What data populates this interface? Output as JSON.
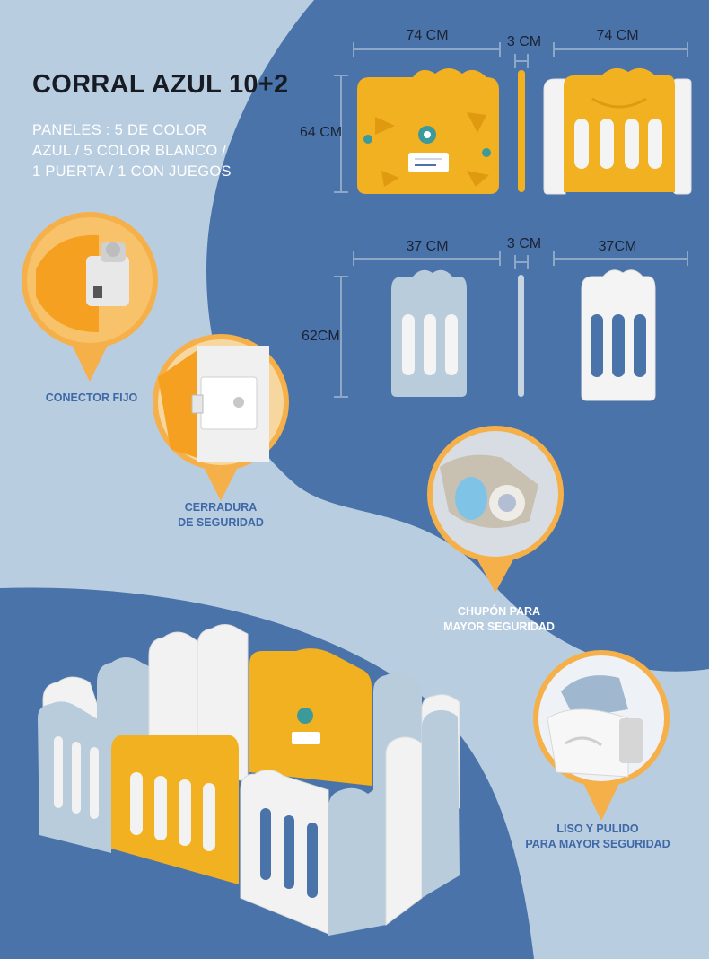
{
  "title": "CORRAL AZUL 10+2",
  "description": [
    "PANELES : 5 DE COLOR",
    "AZUL / 5 COLOR BLANCO /",
    "1 PUERTA / 1 CON JUEGOS"
  ],
  "dimensions": {
    "large_width_left": "74 CM",
    "large_thickness": "3 CM",
    "large_width_right": "74 CM",
    "large_height": "64 CM",
    "small_width_left": "37 CM",
    "small_thickness": "3 CM",
    "small_width_right": "37CM",
    "small_height": "62CM"
  },
  "features": {
    "fixed_connector": "CONECTOR FIJO",
    "safety_lock": [
      "CERRADURA",
      "DE SEGURIDAD"
    ],
    "suction_cup": [
      "CHUPÓN PARA",
      "MAYOR SEGURIDAD"
    ],
    "smooth_finish": [
      "LISO Y PULIDO",
      "PARA MAYOR SEGURIDAD"
    ]
  },
  "colors": {
    "page_light": "#b9cde0",
    "page_dark": "#4a73a9",
    "panel_yellow": "#f1b121",
    "panel_white": "#f4f4f4",
    "panel_blue": "#b9ccdc",
    "callout_orange": "#f5b049",
    "title_dark": "#161b24",
    "caption_blue": "#3f68a6"
  }
}
